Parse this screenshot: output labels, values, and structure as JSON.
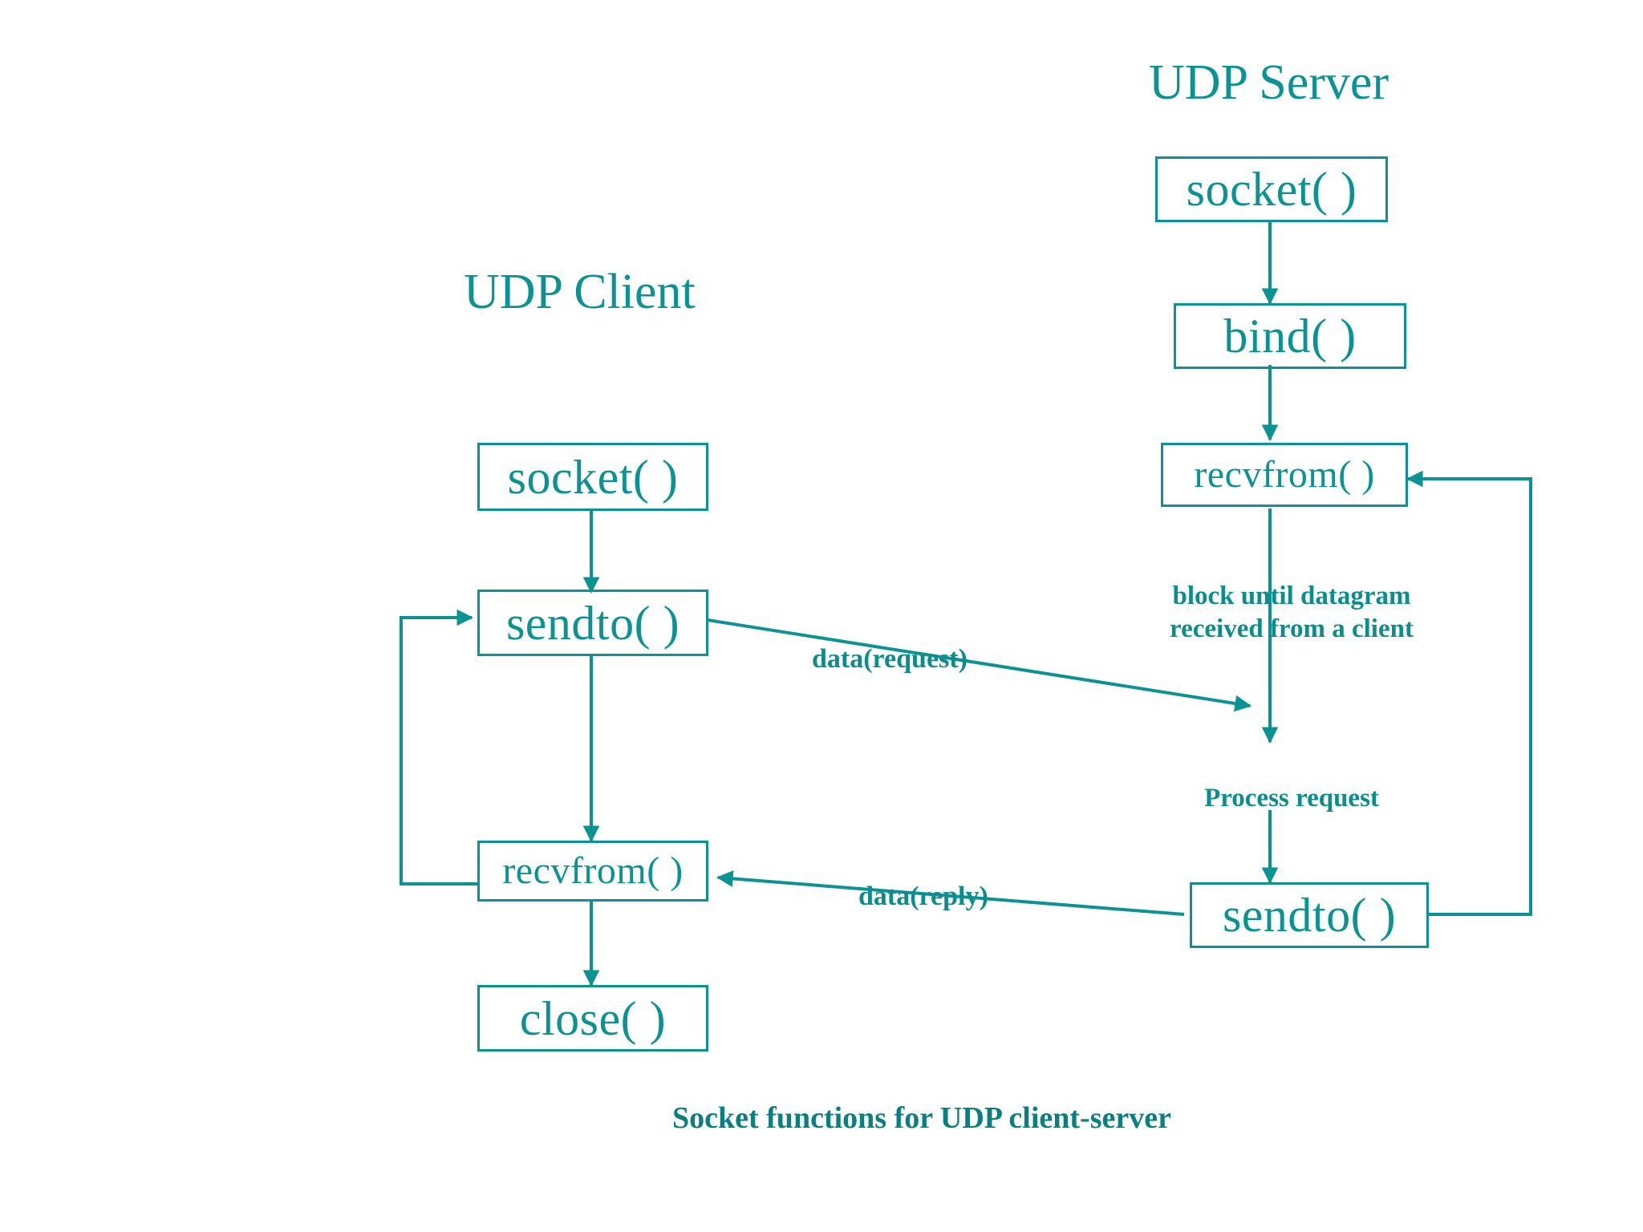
{
  "figure": {
    "caption": "Socket functions for UDP client-server",
    "accent_color": "#0b9394",
    "caption_color": "#0b7f80",
    "background_color": "#ffffff"
  },
  "client": {
    "title": "UDP Client",
    "nodes": [
      {
        "label": "socket( )"
      },
      {
        "label": "sendto( )"
      },
      {
        "label": "recvfrom( )"
      },
      {
        "label": "close( )"
      }
    ]
  },
  "server": {
    "title": "UDP Server",
    "nodes": [
      {
        "label": "socket( )"
      },
      {
        "label": "bind( )"
      },
      {
        "label": "recvfrom( )"
      },
      {
        "label": "sendto( )"
      }
    ],
    "notes": [
      {
        "line1": "block until datagram",
        "line2": "received from a client"
      },
      {
        "line1": "Process request",
        "line2": ""
      }
    ]
  },
  "wires": {
    "request_label": "data(request)",
    "reply_label": "data(reply)"
  }
}
